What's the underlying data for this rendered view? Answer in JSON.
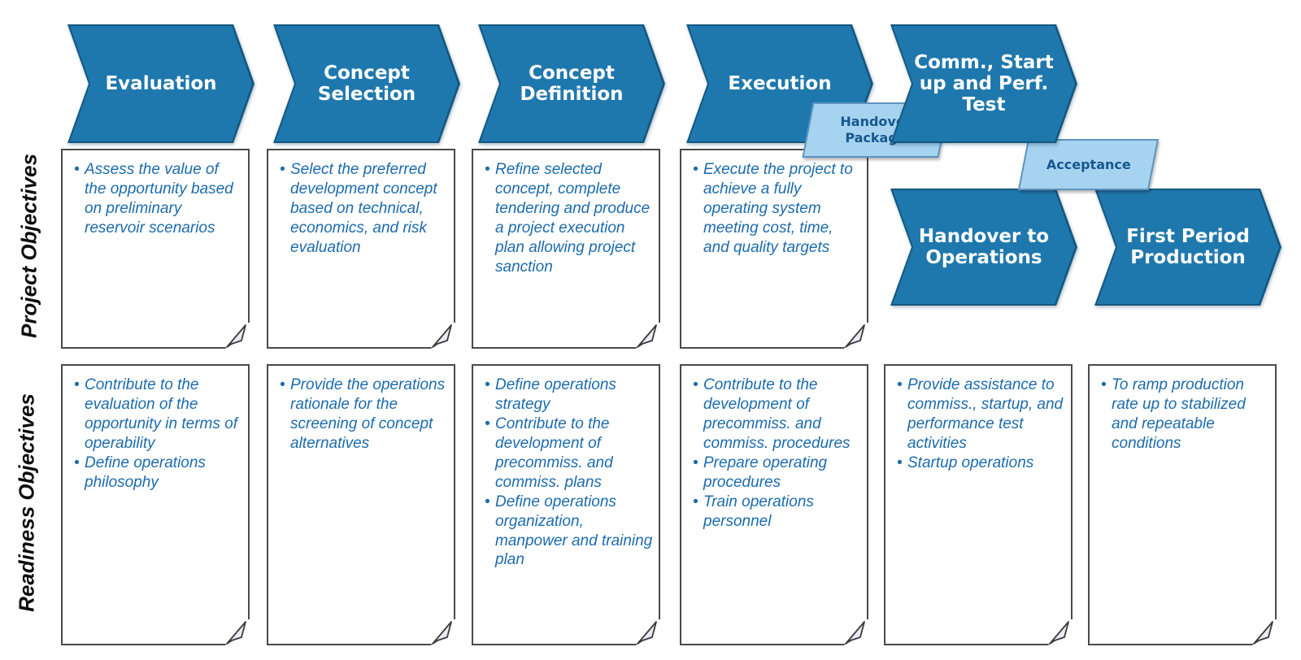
{
  "diagram": {
    "row_labels": {
      "project": "Project Objectives",
      "readiness": "Readiness Objectives"
    },
    "columns": [
      {
        "phase": "Evaluation",
        "project_objectives": [
          "Assess the value of the opportunity based on preliminary reservoir scenarios"
        ],
        "readiness_objectives": [
          "Contribute to the evaluation of the opportunity in terms of operability",
          "Define operations philosophy"
        ]
      },
      {
        "phase": "Concept Selection",
        "project_objectives": [
          "Select the preferred development concept based on technical, economics, and risk evaluation"
        ],
        "readiness_objectives": [
          "Provide the operations rationale for the screening of concept alternatives"
        ]
      },
      {
        "phase": "Concept Definition",
        "project_objectives": [
          "Refine selected concept, complete tendering and produce a project execution plan allowing project sanction"
        ],
        "readiness_objectives": [
          "Define operations strategy",
          "Contribute to the development of precommiss. and commiss. plans",
          "Define operations organization, manpower and training plan"
        ]
      },
      {
        "phase": "Execution",
        "project_objectives": [
          "Execute the project to achieve a fully operating system meeting cost, time, and quality targets"
        ],
        "readiness_objectives": [
          "Contribute to the development of precommiss. and commiss. procedures",
          "Prepare operating procedures",
          "Train operations personnel"
        ]
      },
      {
        "phase": "Comm., Start up and Perf. Test",
        "phase_secondary": "Handover to Operations",
        "readiness_objectives": [
          "Provide assistance to commiss., startup, and performance test activities",
          "Startup operations"
        ]
      },
      {
        "phase_secondary": "First Period Production",
        "readiness_objectives": [
          "To ramp production rate up to stabilized and repeatable conditions"
        ]
      }
    ],
    "milestones": [
      {
        "label": "Handover Package"
      },
      {
        "label": "Acceptance"
      }
    ],
    "colors": {
      "chevron_fill": "#1f78ad",
      "chevron_border": "#14587f",
      "chevron_text": "#ffffff",
      "milestone_fill": "#a6d3ef",
      "milestone_border": "#5e93bf",
      "milestone_text": "#17578e",
      "note_border": "#4a4a4a",
      "bullet_text": "#1c6bad",
      "row_label_text": "#0d0d0d"
    }
  }
}
